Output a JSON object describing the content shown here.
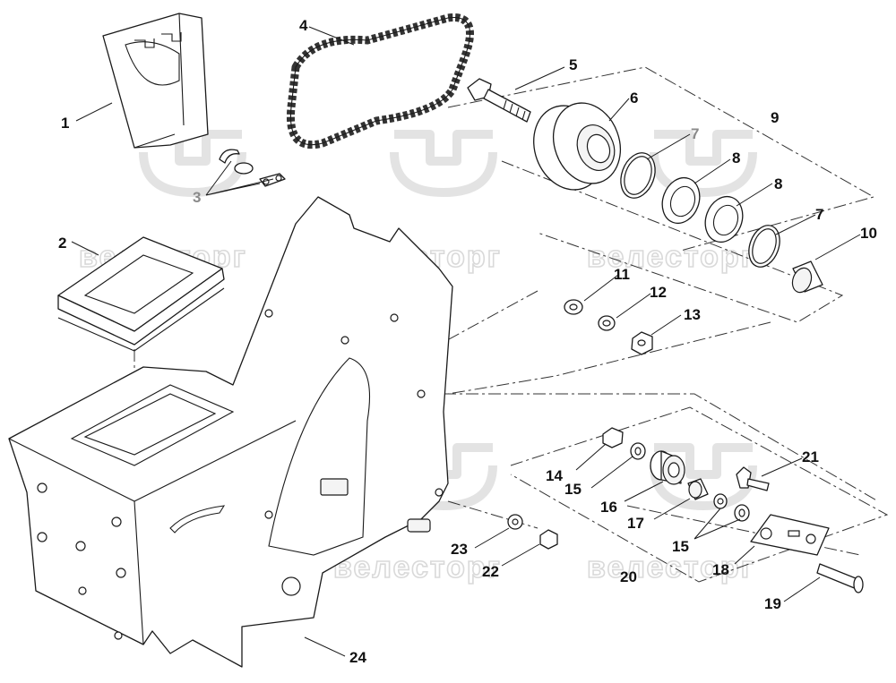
{
  "watermark": {
    "text": "велесторг",
    "logo_icon": "velestorg-logo-icon"
  },
  "callouts": [
    {
      "id": "1",
      "text": "1",
      "style": "black"
    },
    {
      "id": "2",
      "text": "2",
      "style": "black"
    },
    {
      "id": "3",
      "text": "3",
      "style": "grey"
    },
    {
      "id": "4",
      "text": "4",
      "style": "black"
    },
    {
      "id": "5",
      "text": "5",
      "style": "black"
    },
    {
      "id": "6",
      "text": "6",
      "style": "black"
    },
    {
      "id": "7a",
      "text": "7",
      "style": "grey"
    },
    {
      "id": "7b",
      "text": "7",
      "style": "black"
    },
    {
      "id": "8a",
      "text": "8",
      "style": "black"
    },
    {
      "id": "8b",
      "text": "8",
      "style": "black"
    },
    {
      "id": "9",
      "text": "9",
      "style": "black"
    },
    {
      "id": "10",
      "text": "10",
      "style": "black"
    },
    {
      "id": "11",
      "text": "11",
      "style": "black"
    },
    {
      "id": "12",
      "text": "12",
      "style": "black"
    },
    {
      "id": "13",
      "text": "13",
      "style": "black"
    },
    {
      "id": "14",
      "text": "14",
      "style": "black"
    },
    {
      "id": "15a",
      "text": "15",
      "style": "black"
    },
    {
      "id": "15b",
      "text": "15",
      "style": "black"
    },
    {
      "id": "16",
      "text": "16",
      "style": "black"
    },
    {
      "id": "17",
      "text": "17",
      "style": "black"
    },
    {
      "id": "18",
      "text": "18",
      "style": "black"
    },
    {
      "id": "19",
      "text": "19",
      "style": "black"
    },
    {
      "id": "20",
      "text": "20",
      "style": "black"
    },
    {
      "id": "21",
      "text": "21",
      "style": "black"
    },
    {
      "id": "22",
      "text": "22",
      "style": "black"
    },
    {
      "id": "23",
      "text": "23",
      "style": "black"
    },
    {
      "id": "24",
      "text": "24",
      "style": "black"
    }
  ],
  "colors": {
    "line": "#1a1a1a",
    "watermark": "#d9d9d9",
    "grey_label": "#8a8a8a"
  }
}
